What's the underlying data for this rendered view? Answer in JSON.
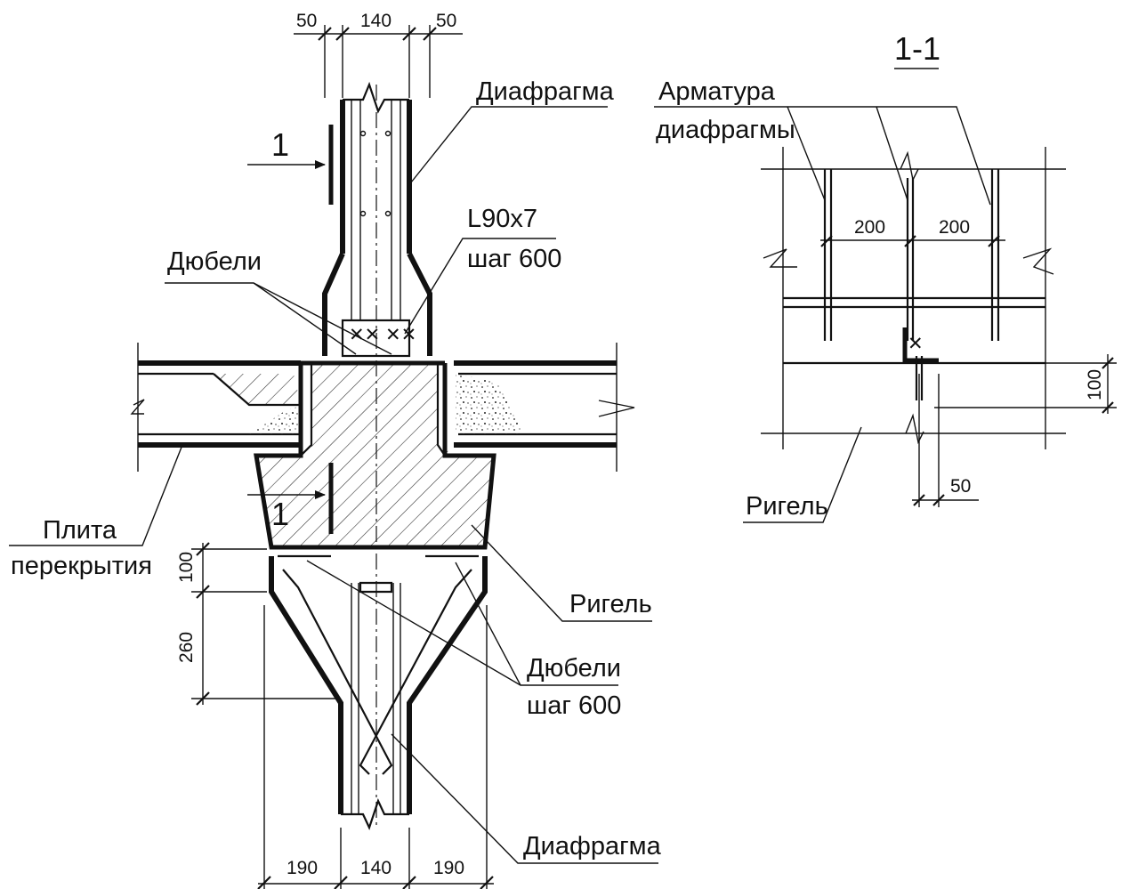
{
  "section_title": "1-1",
  "section_mark": "1",
  "labels": {
    "diaphragm_top": "Диафрагма",
    "angle_size": "L90х7",
    "angle_step": "шаг 600",
    "dowels": "Дюбели",
    "slab_line1": "Плита",
    "slab_line2": "перекрытия",
    "beam_main": "Ригель",
    "dowels_step_line1": "Дюбели",
    "dowels_step_line2": "шаг 600",
    "diaphragm_bottom": "Диафрагма",
    "rebar_line1": "Арматура",
    "rebar_line2": "диафрагмы",
    "beam_section": "Ригель"
  },
  "dimensions": {
    "top": [
      "50",
      "140",
      "50"
    ],
    "left_vertical": [
      "100",
      "260"
    ],
    "bottom": [
      "190",
      "140",
      "190"
    ],
    "section_horizontal": [
      "200",
      "200"
    ],
    "section_vertical": "100",
    "section_bottom": "50"
  }
}
